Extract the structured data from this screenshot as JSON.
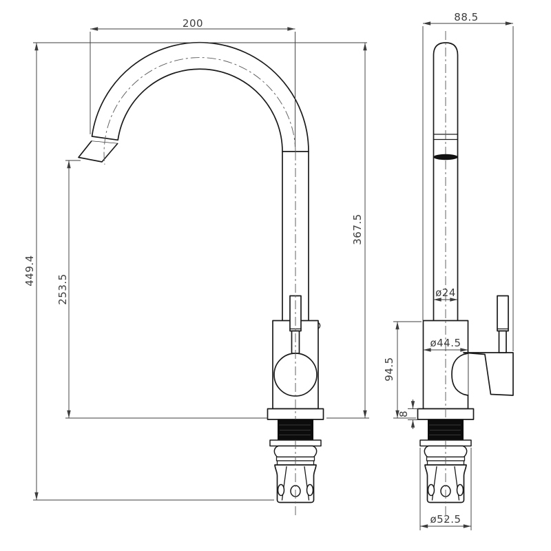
{
  "drawing": {
    "background_color": "#ffffff",
    "outline_color": "#1a1a1a",
    "dimension_color": "#3d3d3d",
    "centerline_color": "#5c5c5c",
    "thread_fill_color": "#0c0c0c",
    "dimensions": {
      "spout_reach": "200",
      "side_overall_width": "88.5",
      "overall_height": "449.4",
      "spout_outlet_height": "253.5",
      "spout_top_height": "367.5",
      "spout_pipe_diameter": "ø24",
      "body_diameter": "ø44.5",
      "body_height_above_deck": "94.5",
      "flange_thickness": "8",
      "mounting_thread_diameter": "ø52.5"
    }
  }
}
